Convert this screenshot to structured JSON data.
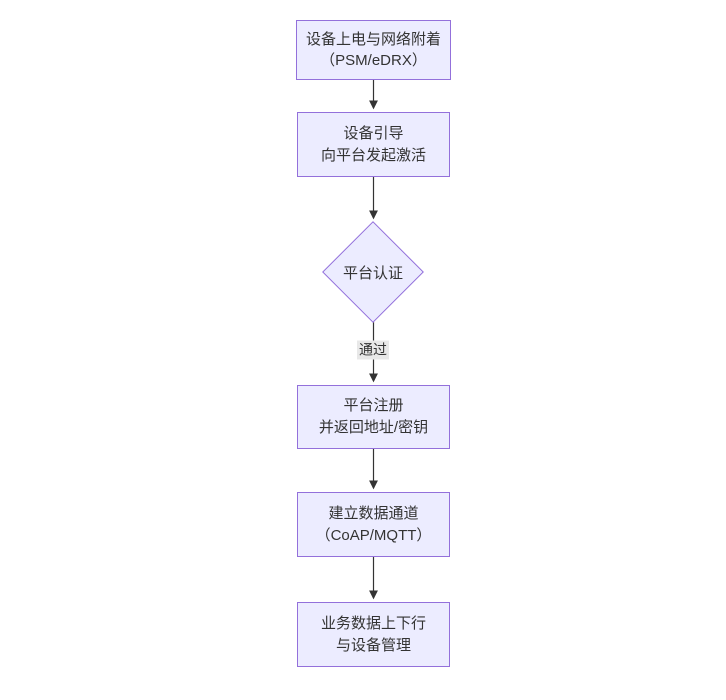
{
  "diagram": {
    "type": "flowchart",
    "direction": "top-down",
    "nodes": [
      {
        "id": "A",
        "shape": "rect",
        "lines": [
          "设备上电与网络附着",
          "（PSM/eDRX）"
        ]
      },
      {
        "id": "B",
        "shape": "rect",
        "lines": [
          "设备引导",
          "向平台发起激活"
        ]
      },
      {
        "id": "C",
        "shape": "diamond",
        "lines": [
          "平台认证"
        ]
      },
      {
        "id": "D",
        "shape": "rect",
        "lines": [
          "平台注册",
          "并返回地址/密钥"
        ]
      },
      {
        "id": "E",
        "shape": "rect",
        "lines": [
          "建立数据通道",
          "（CoAP/MQTT）"
        ]
      },
      {
        "id": "F",
        "shape": "rect",
        "lines": [
          "业务数据上下行",
          "与设备管理"
        ]
      }
    ],
    "edges": [
      {
        "from": "A",
        "to": "B",
        "label": ""
      },
      {
        "from": "B",
        "to": "C",
        "label": ""
      },
      {
        "from": "C",
        "to": "D",
        "label": "通过"
      },
      {
        "from": "D",
        "to": "E",
        "label": ""
      },
      {
        "from": "E",
        "to": "F",
        "label": ""
      }
    ],
    "colors": {
      "node_fill": "#ECECFF",
      "node_border": "#9370DB",
      "arrow": "#333333",
      "text": "#333333",
      "edge_label_bg": "#e8e8e8",
      "background": "#ffffff"
    }
  }
}
